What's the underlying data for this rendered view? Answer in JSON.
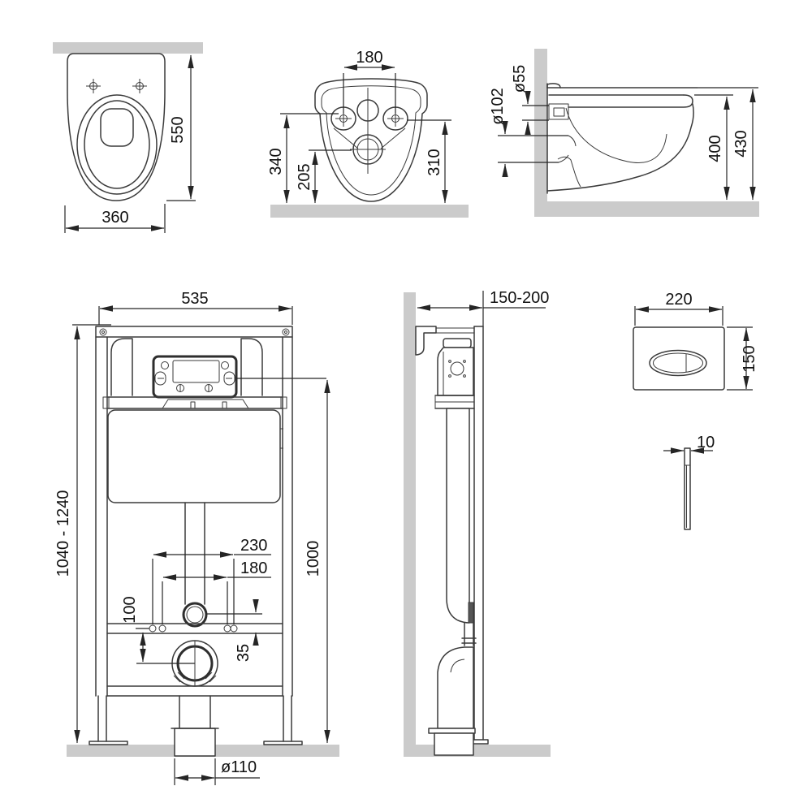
{
  "drawing": {
    "title": "wall-hung toilet and concealed installation frame dimensional drawing",
    "colors": {
      "line": "#3a3a3a",
      "surface": "#cbcbcb",
      "background": "#ffffff",
      "text": "#111111"
    },
    "views": {
      "toilet_top": {
        "name": "toilet top view",
        "dim_depth": "550",
        "dim_width": "360"
      },
      "toilet_rear": {
        "name": "toilet rear view",
        "dim_bolt_spacing": "180",
        "dim_left_height": "340",
        "dim_outlet_height": "205",
        "dim_right_height": "310"
      },
      "toilet_side": {
        "name": "toilet side view",
        "dim_inlet": "ø55",
        "dim_outlet": "ø102",
        "dim_seat_height": "400",
        "dim_top_height": "430"
      },
      "frame_front": {
        "name": "installation frame front view",
        "dim_width": "535",
        "dim_height_range": "1040 - 1240",
        "dim_rod_outer": "230",
        "dim_rod_inner": "180",
        "dim_outlet_offset": "100",
        "dim_rail_offset": "35",
        "dim_panel_height": "1000",
        "dim_drain": "ø110"
      },
      "frame_side": {
        "name": "installation frame side view",
        "dim_depth": "150-200"
      },
      "flush_plate": {
        "name": "flush plate",
        "dim_width": "220",
        "dim_height": "150",
        "dim_thickness": "10"
      }
    }
  }
}
